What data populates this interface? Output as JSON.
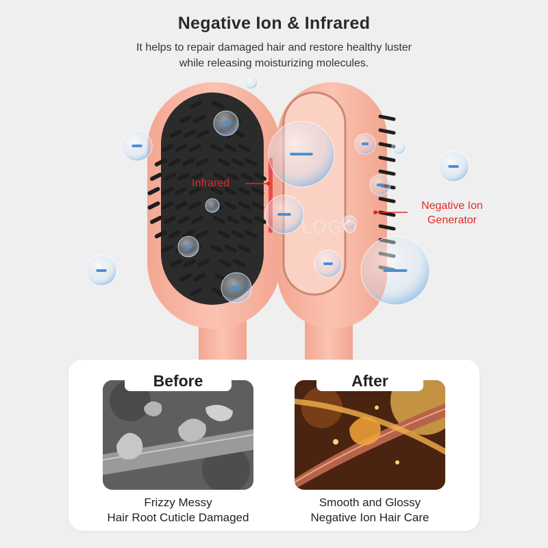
{
  "header": {
    "title": "Negative Ion & Infrared",
    "subtitle_line1": "It helps to repair damaged hair and restore healthy luster",
    "subtitle_line2": "while releasing moisturizing molecules."
  },
  "callouts": {
    "infrared": "Infrared",
    "negative_ion_line1": "Negative Ion",
    "negative_ion_line2": "Generator"
  },
  "brush_logo": "LOGO",
  "comparison": {
    "before_label": "Before",
    "after_label": "After",
    "before_caption_line1": "Frizzy Messy",
    "before_caption_line2": "Hair Root Cuticle Damaged",
    "after_caption_line1": "Smooth and Glossy",
    "after_caption_line2": "Negative Ion Hair Care"
  },
  "colors": {
    "background": "#efefef",
    "brush_body": "#f7b5a2",
    "bristles": "#2b2b2b",
    "callout_red": "#e02a2a",
    "ion_bubble": "#4a90d9"
  }
}
